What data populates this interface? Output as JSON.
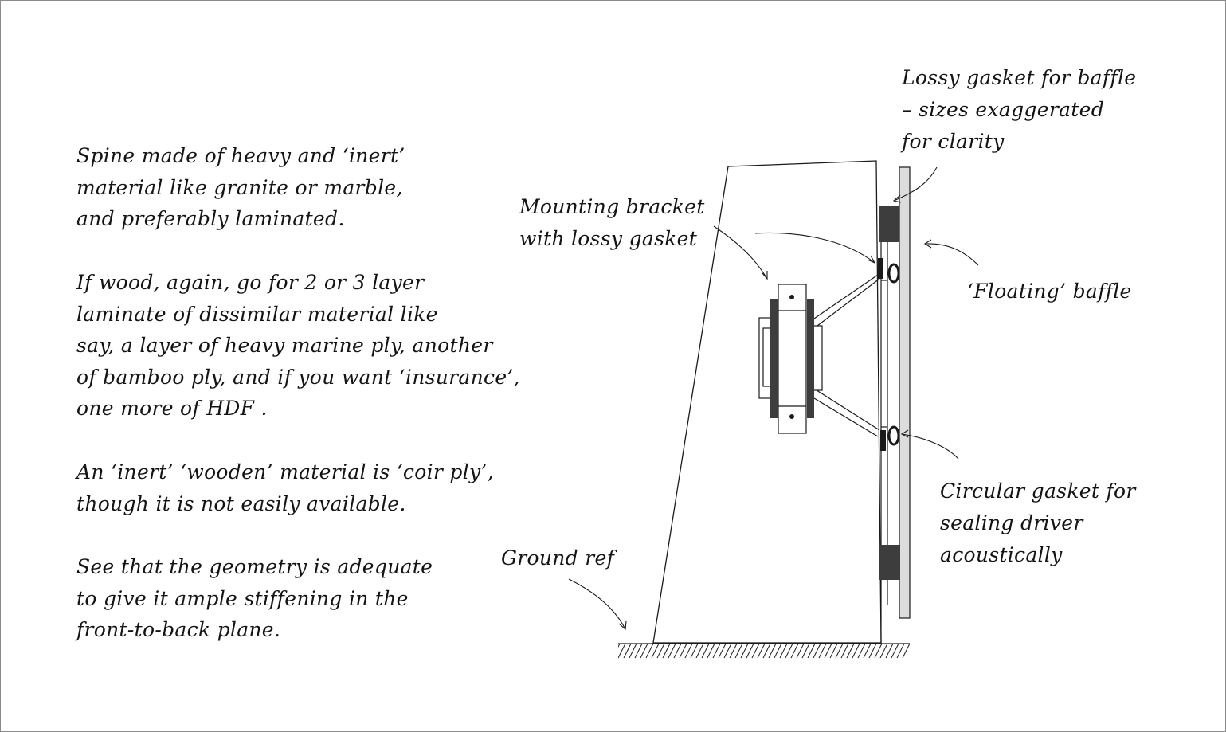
{
  "notes": {
    "spine": [
      "Spine made of heavy and ‘inert’",
      "material like granite or marble,",
      "and preferably laminated."
    ],
    "wood": [
      "If wood, again, go for 2 or 3 layer",
      "laminate of dissimilar material like",
      "say, a layer of heavy marine ply, another",
      "of bamboo ply, and if you want ‘insurance’,",
      "one more of HDF ."
    ],
    "coir": [
      "An ‘inert’ ‘wooden’ material is ‘coir ply’,",
      "though it is not easily available."
    ],
    "geometry": [
      "See that the geometry is adequate",
      "to give it ample stiffening in the",
      "front-to-back plane."
    ]
  },
  "labels": {
    "lossy_gasket": [
      "Lossy gasket for baffle",
      "– sizes exaggerated",
      "for clarity"
    ],
    "mounting_bracket": [
      "Mounting bracket",
      "with lossy gasket"
    ],
    "floating_baffle": "‘Floating’ baffle",
    "circular_gasket": [
      "Circular gasket for",
      "sealing  driver",
      "acoustically"
    ],
    "ground_ref": "Ground ref"
  },
  "colors": {
    "ink": "#141414",
    "gasket": "#3d3d3d",
    "baffle_fill": "#dcdcdc"
  }
}
